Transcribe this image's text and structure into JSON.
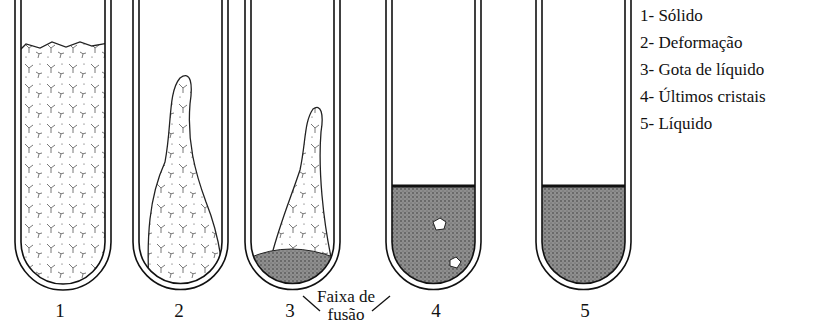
{
  "diagram": {
    "labels": [
      "1- Sólido",
      "2- Deformação",
      "3- Gota de líquido",
      "4- Últimos cristais",
      "5- Líquido",
      "1",
      "2",
      "3",
      "Faixa de fusão",
      "4",
      "5"
    ]
  }
}
